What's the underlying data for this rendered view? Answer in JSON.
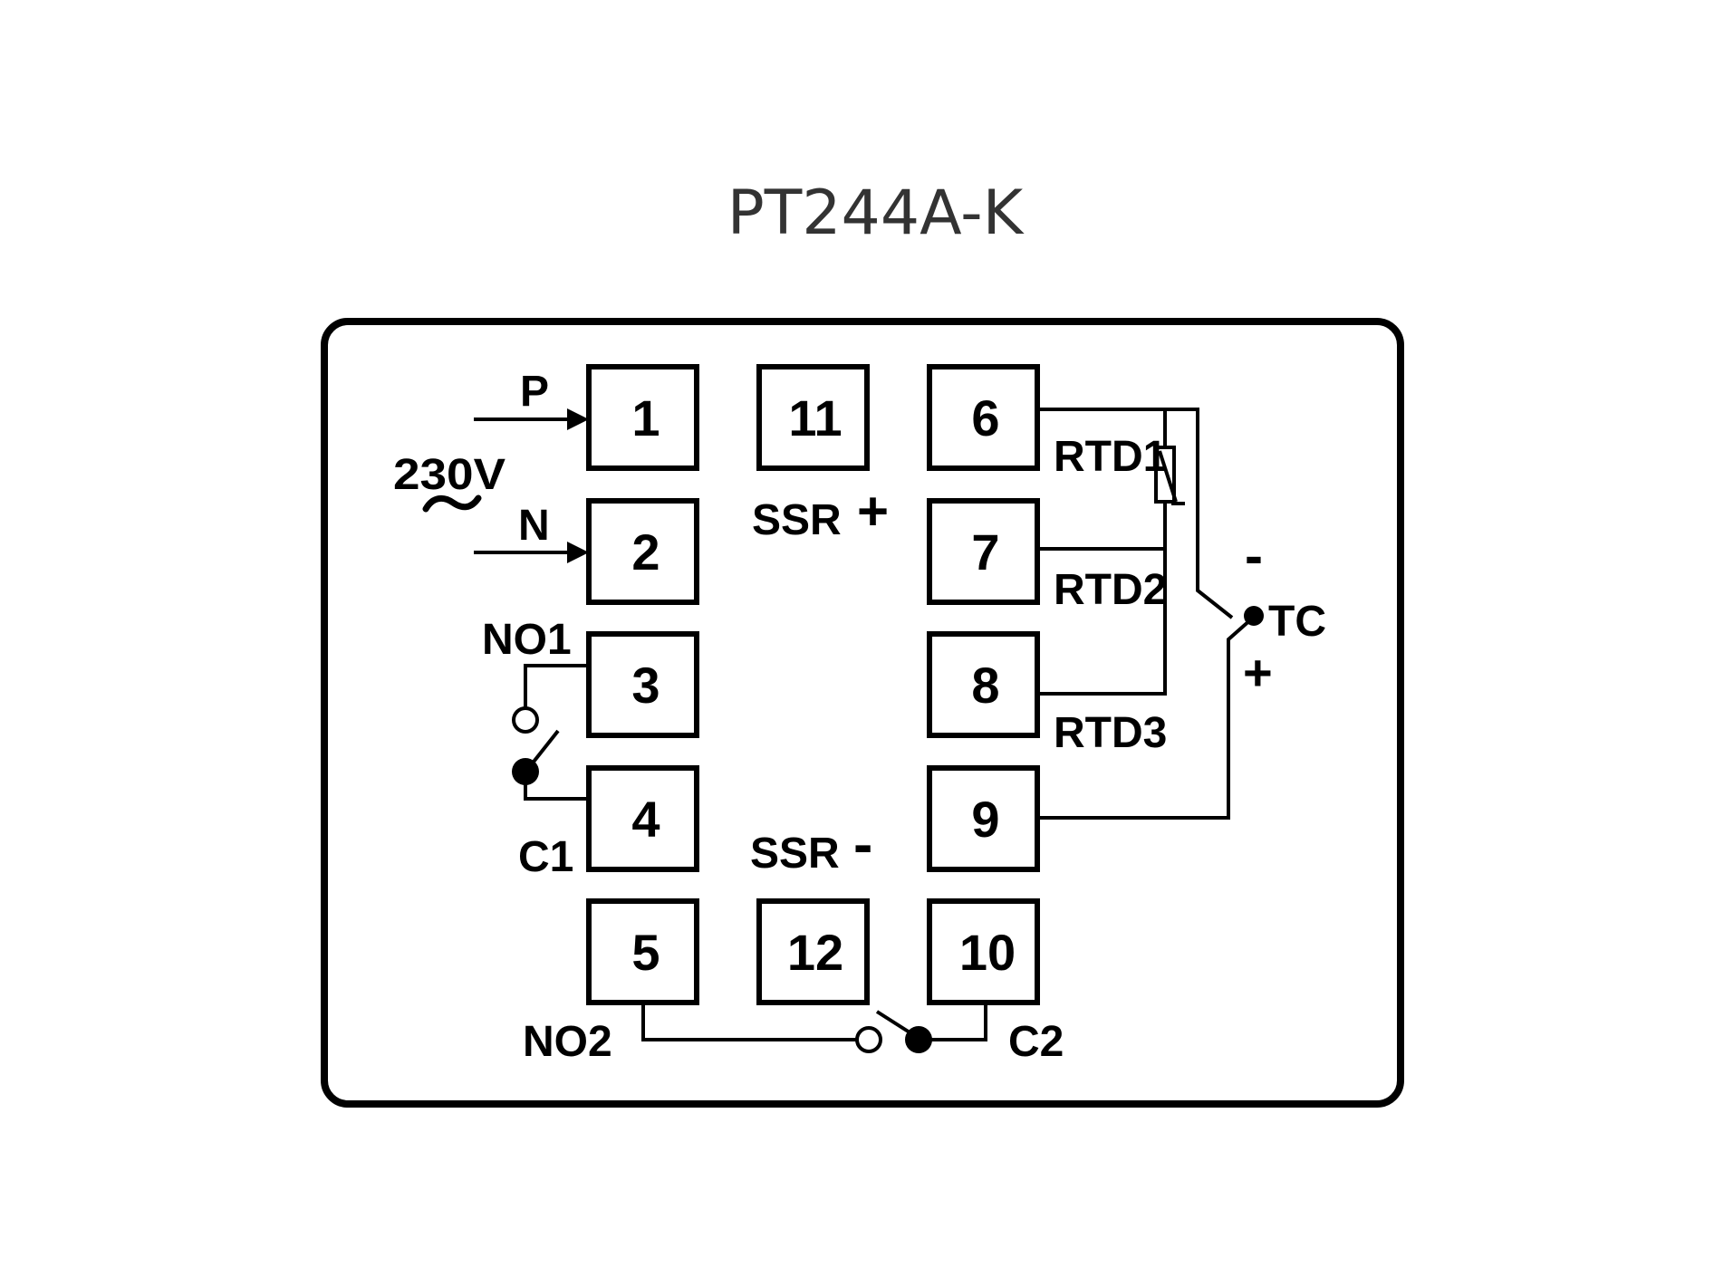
{
  "title": "PT244A-K",
  "terminals": {
    "t1": "1",
    "t2": "2",
    "t3": "3",
    "t4": "4",
    "t5": "5",
    "t6": "6",
    "t7": "7",
    "t8": "8",
    "t9": "9",
    "t10": "10",
    "t11": "11",
    "t12": "12"
  },
  "labels": {
    "p": "P",
    "n": "N",
    "supply_voltage": "230V",
    "ac_symbol": "~",
    "no1": "NO1",
    "c1": "C1",
    "no2": "NO2",
    "c2": "C2",
    "ssr_plus": "SSR",
    "plus_sign": "+",
    "ssr_minus": "SSR",
    "minus_sign": "-",
    "rtd1": "RTD1",
    "rtd2": "RTD2",
    "rtd3": "RTD3",
    "tc": "TC",
    "tc_minus": "-",
    "tc_plus": "+"
  }
}
